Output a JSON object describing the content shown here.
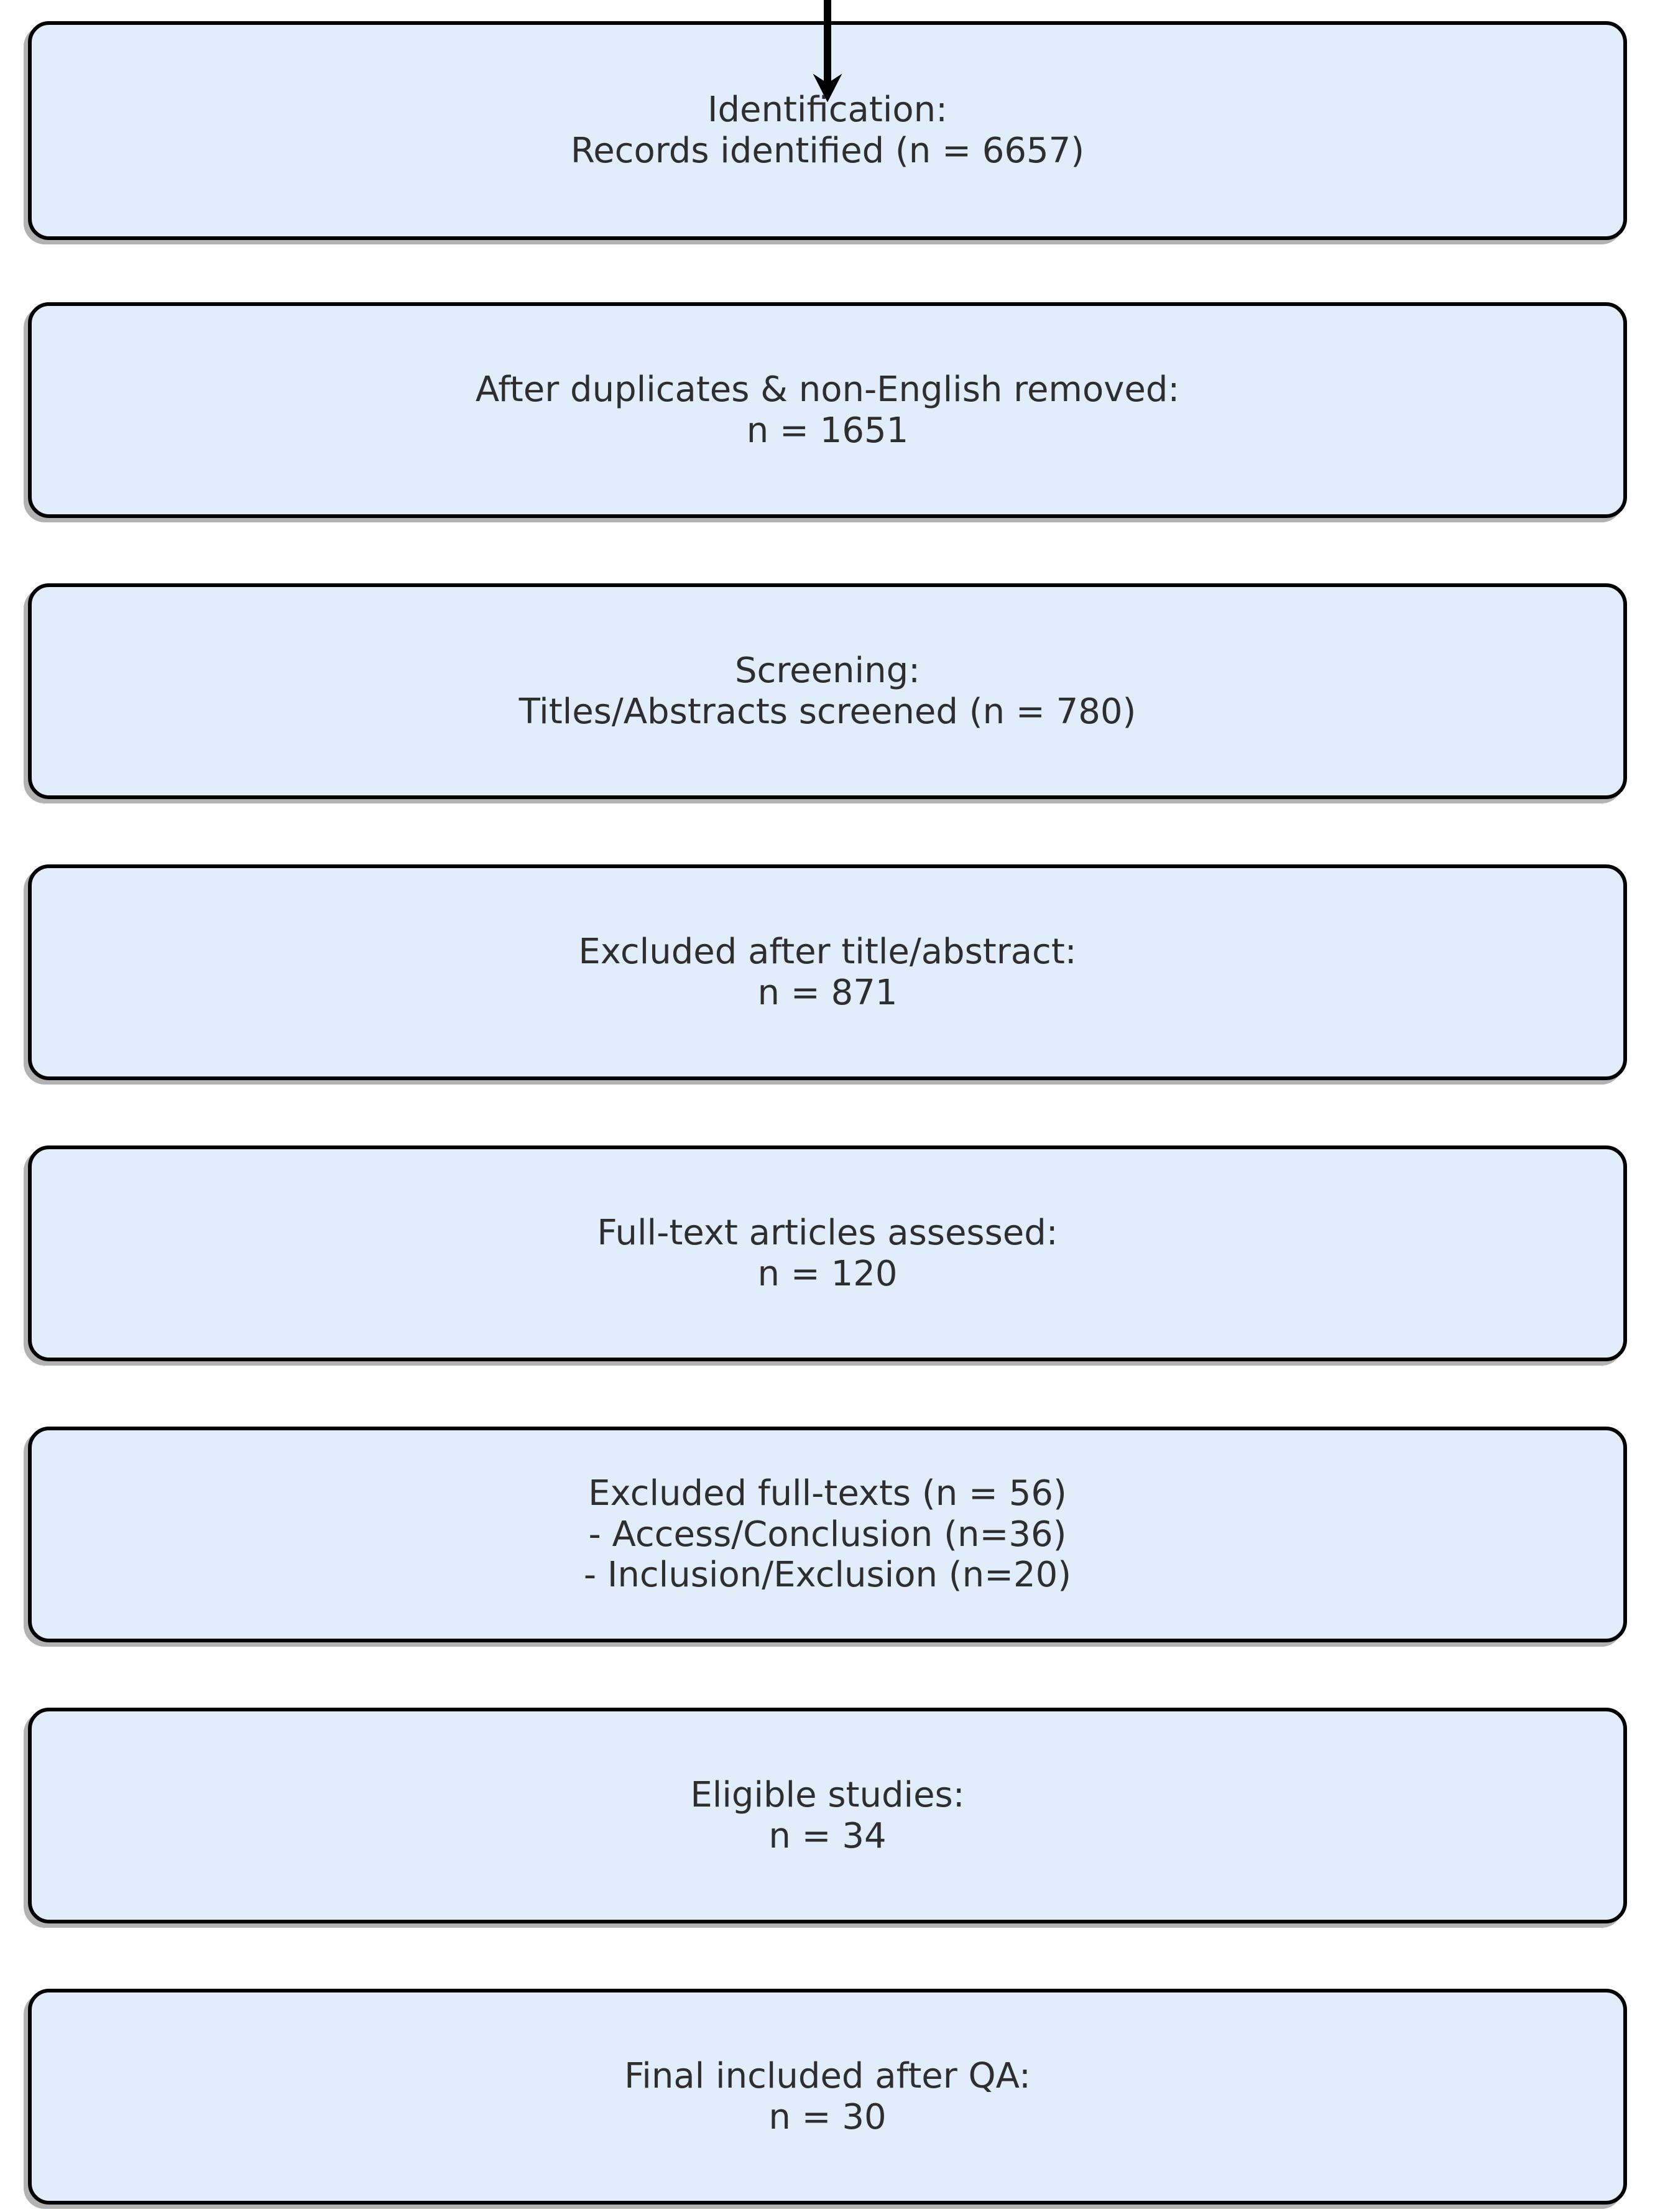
{
  "diagram": {
    "type": "flowchart",
    "direction": "top-down",
    "colors": {
      "background": "#ffffff",
      "box_fill": "#e1edfb",
      "box_border": "#000000",
      "text": "#2e2e2e",
      "arrow": "#000000"
    },
    "boxes": [
      {
        "id": "identification",
        "lines": [
          "Identification:",
          "Records identified (n = 6657)"
        ]
      },
      {
        "id": "after-duplicates",
        "lines": [
          "After duplicates & non-English removed:",
          "n = 1651"
        ]
      },
      {
        "id": "screening",
        "lines": [
          "Screening:",
          "Titles/Abstracts screened (n = 780)"
        ]
      },
      {
        "id": "excluded-title-abstract",
        "lines": [
          "Excluded after title/abstract:",
          "n = 871"
        ]
      },
      {
        "id": "fulltext-assessed",
        "lines": [
          "Full-text articles assessed:",
          "n = 120"
        ]
      },
      {
        "id": "excluded-fulltexts",
        "lines": [
          "Excluded full-texts (n = 56)",
          "- Access/Conclusion (n=36)",
          "- Inclusion/Exclusion (n=20)"
        ]
      },
      {
        "id": "eligible-studies",
        "lines": [
          "Eligible studies:",
          "n = 34"
        ]
      },
      {
        "id": "final-included",
        "lines": [
          "Final included after QA:",
          "n = 30"
        ]
      }
    ],
    "edges": [
      [
        "identification",
        "after-duplicates"
      ],
      [
        "after-duplicates",
        "screening"
      ],
      [
        "screening",
        "excluded-title-abstract"
      ],
      [
        "excluded-title-abstract",
        "fulltext-assessed"
      ],
      [
        "fulltext-assessed",
        "excluded-fulltexts"
      ],
      [
        "excluded-fulltexts",
        "eligible-studies"
      ],
      [
        "eligible-studies",
        "final-included"
      ]
    ]
  }
}
